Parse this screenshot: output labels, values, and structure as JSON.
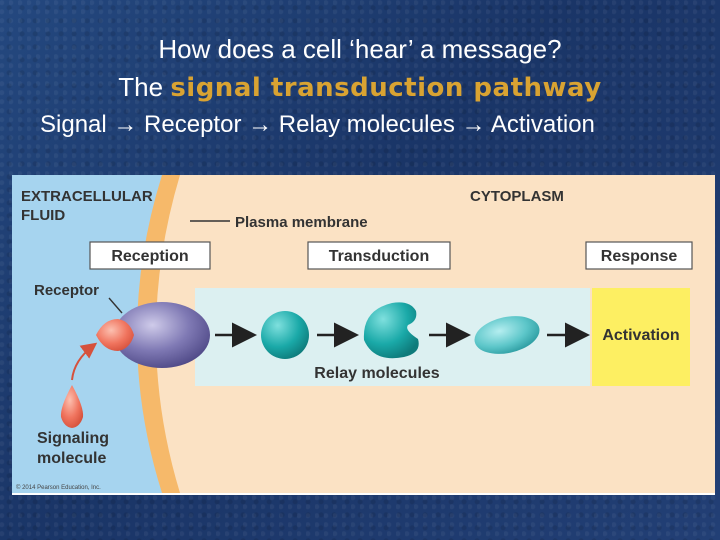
{
  "slide": {
    "line1": "How does a cell ‘hear’ a message?",
    "line2_prefix": "The ",
    "line2_highlight": "signal transduction pathway",
    "line3": "Signal → Receptor → Relay molecules → Activation"
  },
  "figure": {
    "extracellular_line1": "EXTRACELLULAR",
    "extracellular_line2": "FLUID",
    "cytoplasm": "CYTOPLASM",
    "plasma_membrane": "Plasma membrane",
    "stage_reception": "Reception",
    "stage_transduction": "Transduction",
    "stage_response": "Response",
    "receptor": "Receptor",
    "relay_molecules": "Relay molecules",
    "activation": "Activation",
    "signaling_line1": "Signaling",
    "signaling_line2": "molecule",
    "copyright": "© 2014 Pearson Education, Inc."
  },
  "colors": {
    "extracellular": "#a6d4ef",
    "membrane": "#f6b96a",
    "cytoplasm": "#fbe2c4",
    "transduction_zone": "#dcf0f1",
    "activation_box": "#fdef62",
    "relay": "#1aa9a8",
    "receptor": "#7f79b4",
    "signal": "#f0745e",
    "title_highlight": "#d9a332"
  }
}
